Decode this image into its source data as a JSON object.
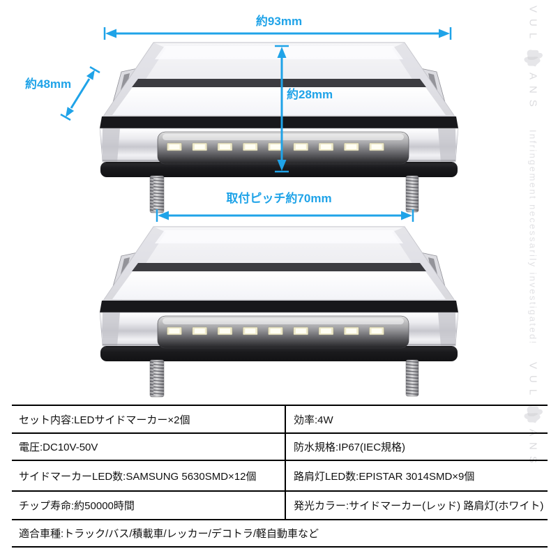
{
  "colors": {
    "background": "#ffffff",
    "dimension_accent": "#1fa3e8",
    "table_border": "#000000",
    "table_text": "#111111",
    "watermark_gray": "#dfdfe2",
    "led_chip": "#fffef4",
    "lamp_base_black": "#18181b"
  },
  "annotations": {
    "width_label": "約93mm",
    "depth_label": "約48mm",
    "height_label": "約28mm",
    "mount_pitch_label": "取付ピッチ約70mm"
  },
  "products": {
    "count": 2,
    "led_chips_visible_per_lamp": 9,
    "mounting_bolts_per_lamp": 2
  },
  "watermark": {
    "brand_part1": "VUL",
    "brand_part2": "ANS",
    "notice": "Infringement necessarily investigated!"
  },
  "spec_table": {
    "left_column": [
      "セット内容:LEDサイドマーカー×2個",
      "電圧:DC10V-50V",
      "サイドマーカーLED数:SAMSUNG 5630SMD×12個",
      "チップ寿命:約50000時間"
    ],
    "right_column": [
      "効率:4W",
      "防水規格:IP67(IEC規格)",
      "路肩灯LED数:EPISTAR 3014SMD×9個",
      "発光カラー:サイドマーカー(レッド) 路肩灯(ホワイト)"
    ],
    "footer_row": "適合車種:トラック/バス/積載車/レッカー/デコトラ/軽自動車など"
  }
}
